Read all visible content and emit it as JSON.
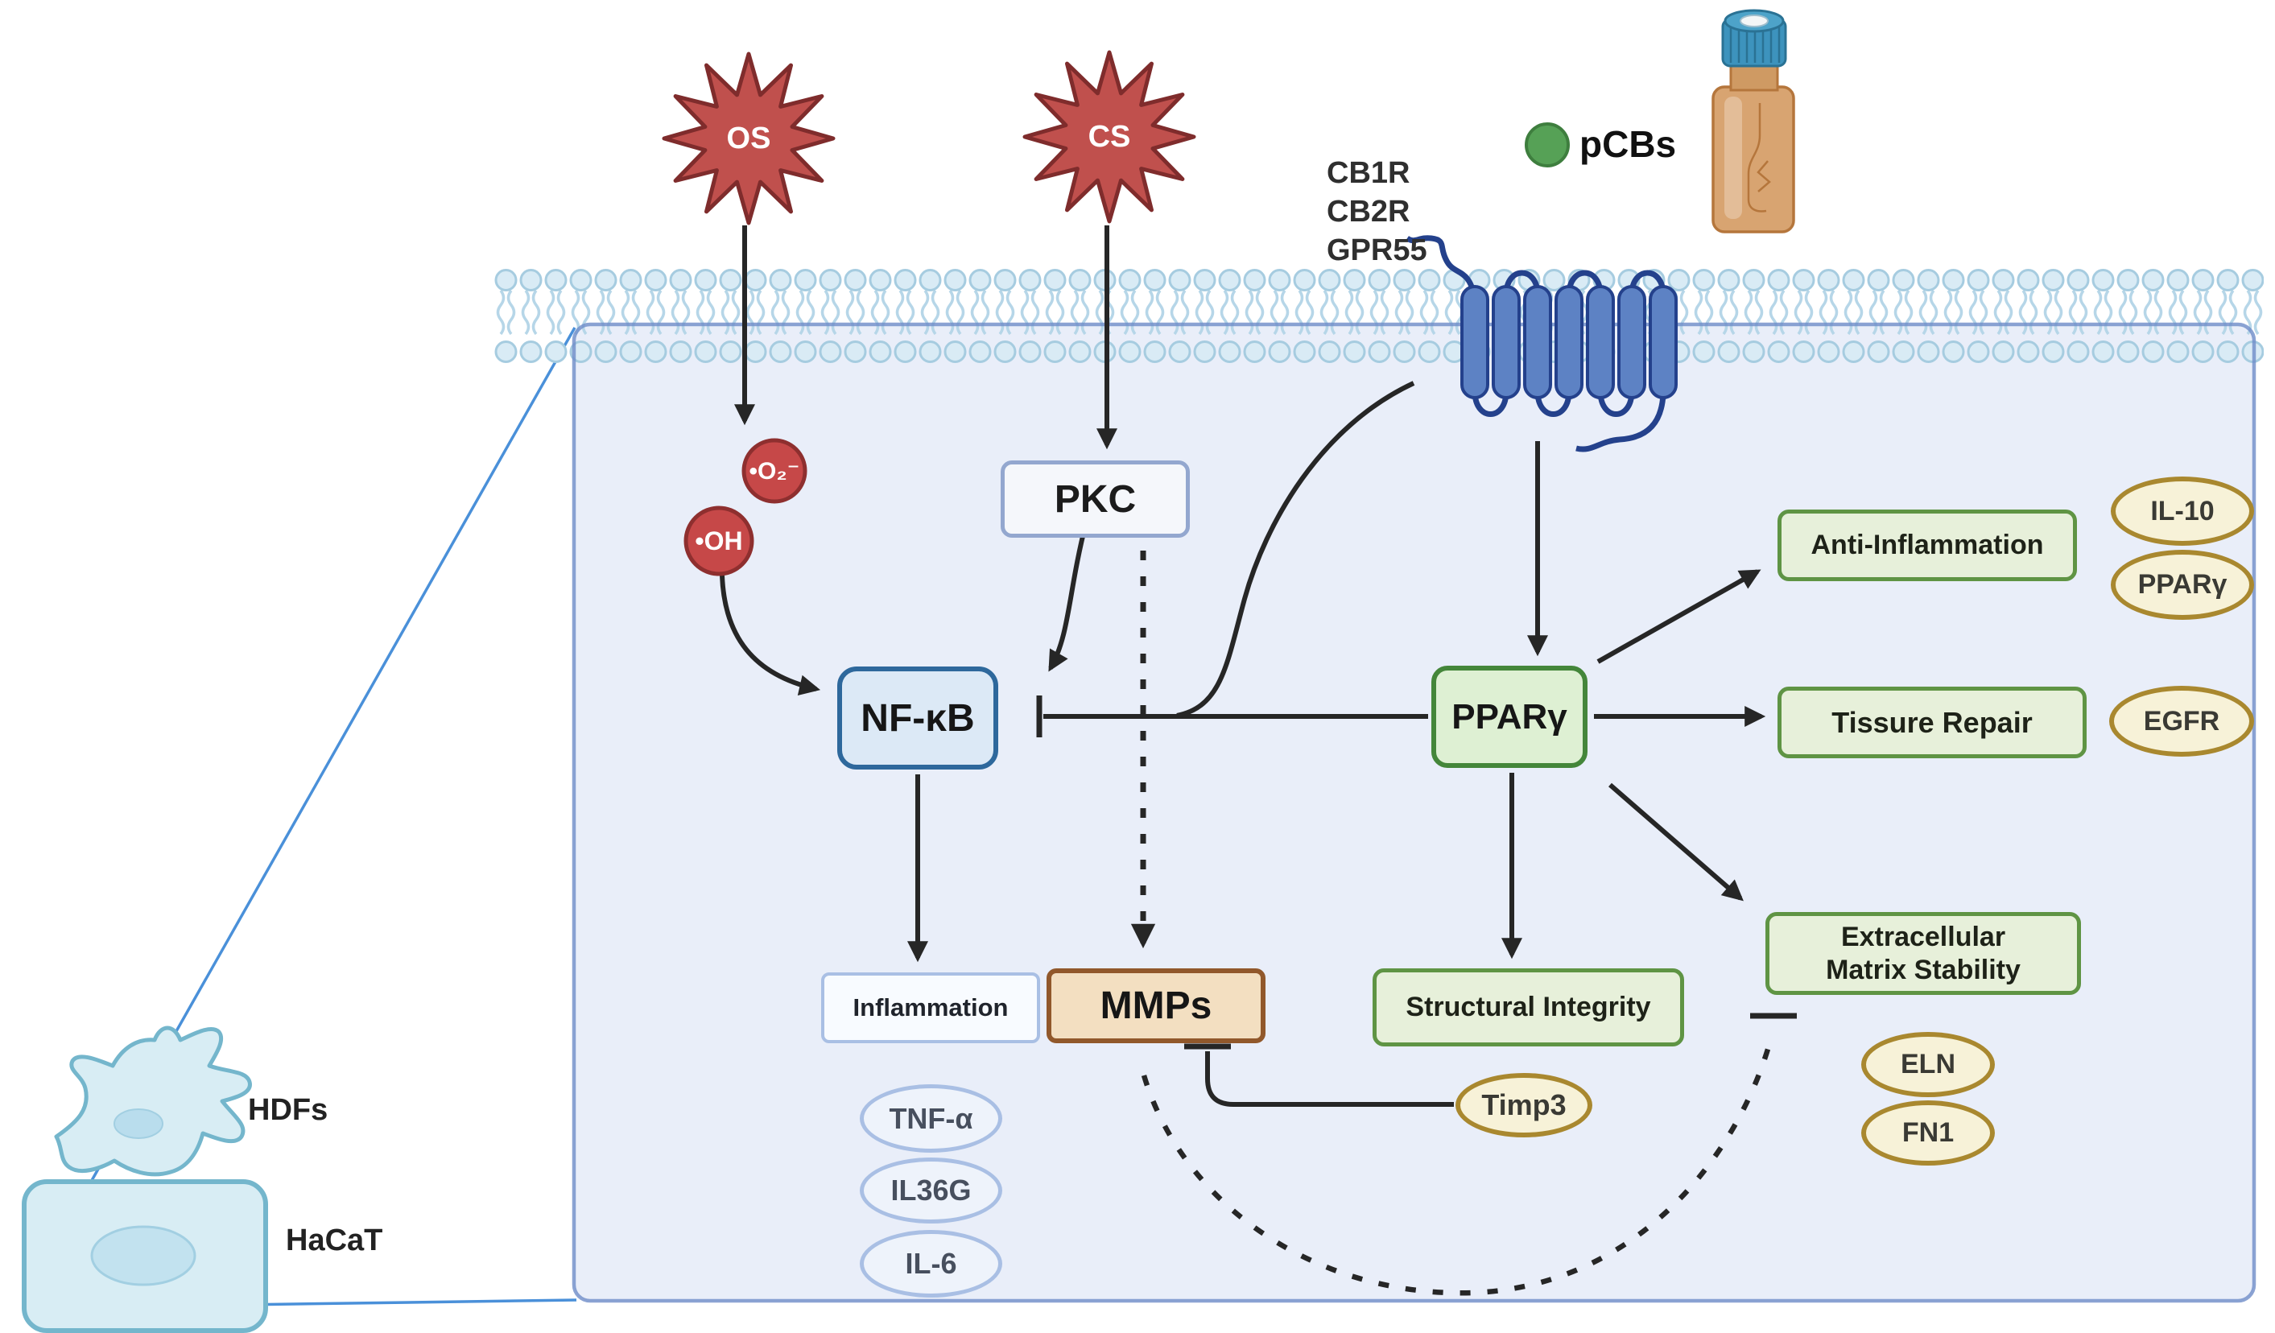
{
  "stimuli": {
    "os": "OS",
    "cs": "CS"
  },
  "legend": {
    "pcbs": "pCBs"
  },
  "receptor_labels": {
    "l1": "CB1R",
    "l2": "CB2R",
    "l3": "GPR55"
  },
  "radicals": {
    "superoxide": "•O₂⁻",
    "hydroxyl": "•OH"
  },
  "nodes": {
    "pkc": "PKC",
    "nfkb": "NF-κB",
    "pparg": "PPARγ",
    "inflammation": "Inflammation",
    "mmps": "MMPs",
    "anti_inflammation": "Anti-Inflammation",
    "tissue_repair": "Tissure Repair",
    "ecm_stability": "Extracellular\nMatrix Stability",
    "structural_integrity": "Structural Integrity"
  },
  "ovals": {
    "il10": "IL-10",
    "pparg": "PPARγ",
    "egfr": "EGFR",
    "eln": "ELN",
    "fn1": "FN1",
    "timp3": "Timp3",
    "tnfa": "TNF-α",
    "il36g": "IL36G",
    "il6": "IL-6"
  },
  "cells": {
    "hdfs": "HDFs",
    "hacat": "HaCaT"
  },
  "colors": {
    "cell_interior": "#e9eef9",
    "cell_border": "#7e9fd4",
    "membrane_head": "#d9ebf5",
    "membrane_stroke": "#a6cce0",
    "starburst_fill": "#c0504d",
    "starburst_border": "#7f2c2c",
    "radical_fill": "#c64848",
    "green_box_fill": "#e7f0da",
    "green_box_border": "#5f9444",
    "gold_fill": "#f7f2d8",
    "gold_border": "#a9882f",
    "nfkb_fill": "#dce9f6",
    "nfkb_border": "#2e689c",
    "mmps_fill": "#f3dfc1",
    "mmps_border": "#91582b",
    "cytokine_border": "#a9bfe4",
    "receptor_helix": "#5d82c4",
    "receptor_outline": "#24418c",
    "pcbs_dot": "#56a156",
    "arrow": "#262626",
    "callout_line": "#4a90d9",
    "vial_body": "#d8a471",
    "vial_cap": "#3d93bd"
  }
}
